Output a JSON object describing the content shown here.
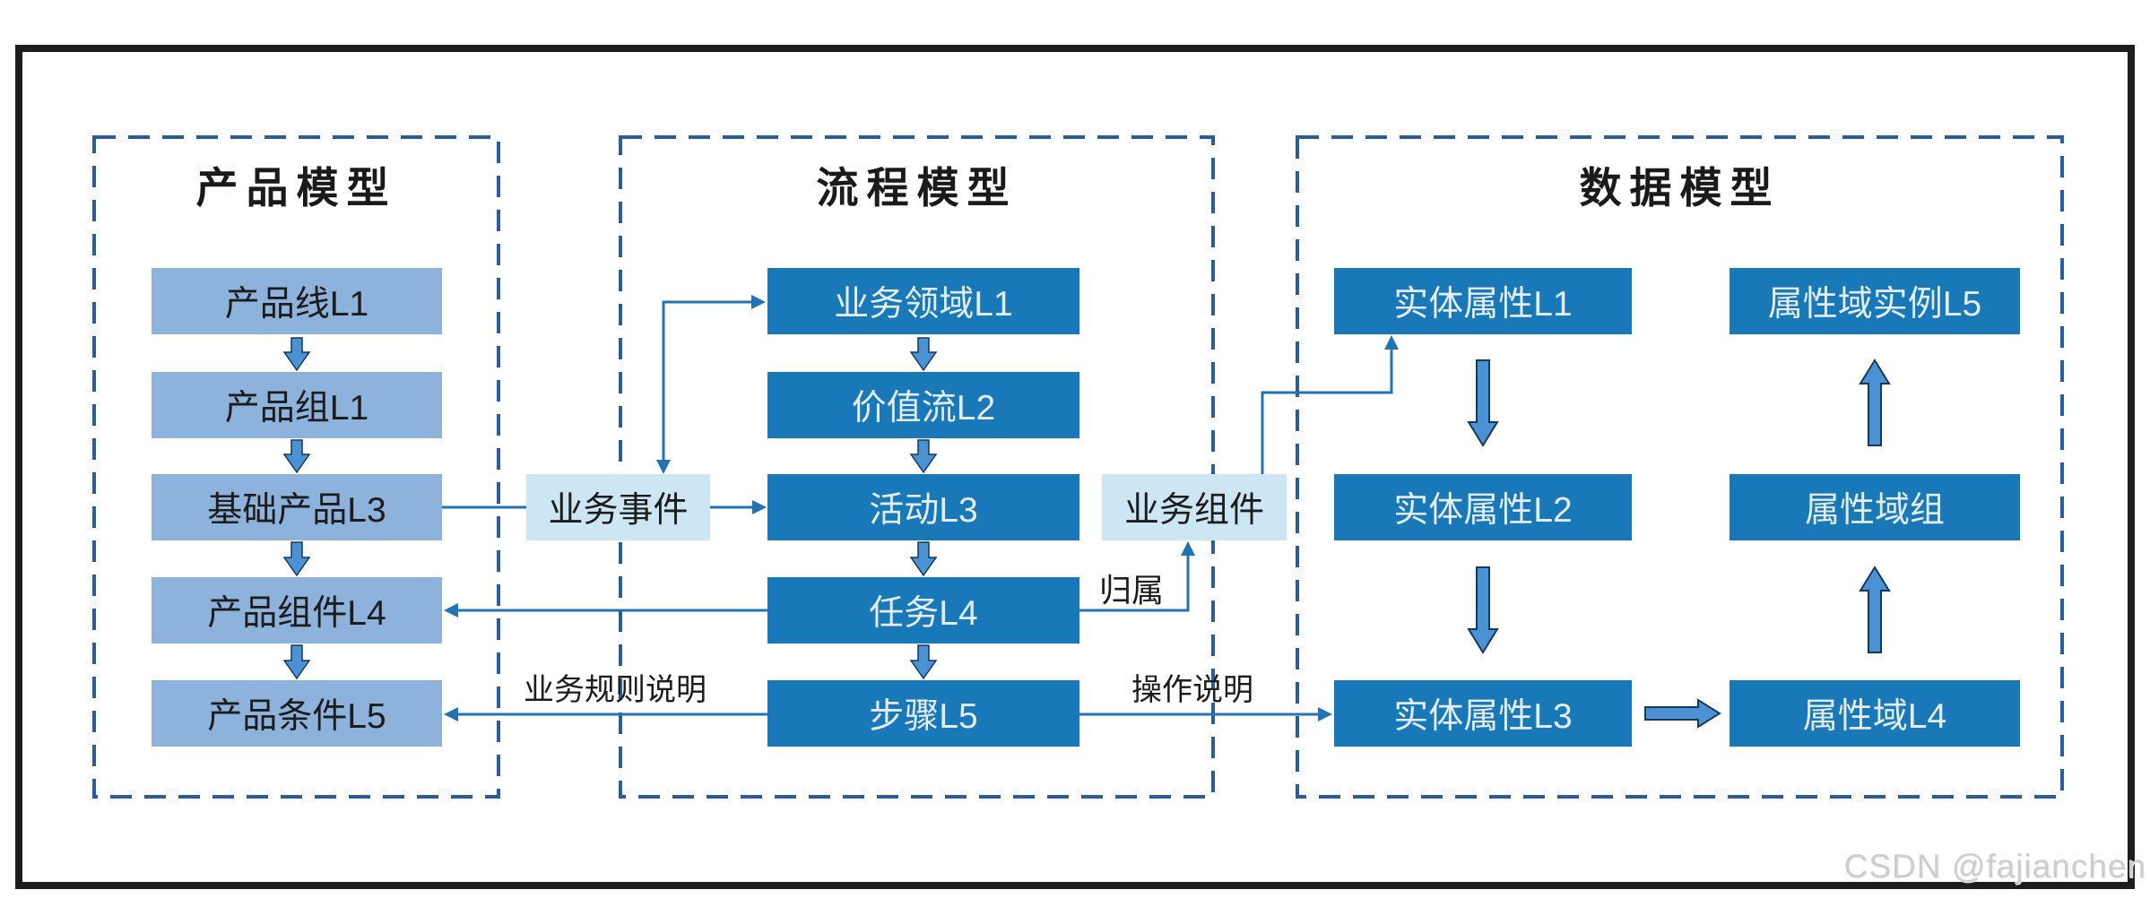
{
  "product_section": {
    "title": "产品模型",
    "boxes": [
      "产品线L1",
      "产品组L1",
      "基础产品L3",
      "产品组件L4",
      "产品条件L5"
    ]
  },
  "process_section": {
    "title": "流程模型",
    "boxes": [
      "业务领域L1",
      "价值流L2",
      "活动L3",
      "任务L4",
      "步骤L5"
    ]
  },
  "data_section": {
    "title": "数据模型",
    "entity_boxes": [
      "实体属性L1",
      "实体属性L2",
      "实体属性L3"
    ],
    "domain_boxes": [
      "属性域实例L5",
      "属性域组",
      "属性域L4"
    ]
  },
  "link_boxes": {
    "business_event": "业务事件",
    "business_component": "业务组件"
  },
  "edge_labels": {
    "belongs_to": "归属",
    "business_rule": "业务规则说明",
    "operation": "操作说明"
  },
  "watermark": "CSDN @fajianchen",
  "colors": {
    "dark_box": "#1878b8",
    "light_box": "#8db3dc",
    "pale_box": "#cde6f4",
    "connector": "#2273b4",
    "block_arrow_fill": "#4b92d4",
    "block_arrow_stroke": "#14395c",
    "dashed_border": "#2a5d9c",
    "outer_border": "#1d1d1d",
    "watermark_text": "#cdcdcd"
  }
}
